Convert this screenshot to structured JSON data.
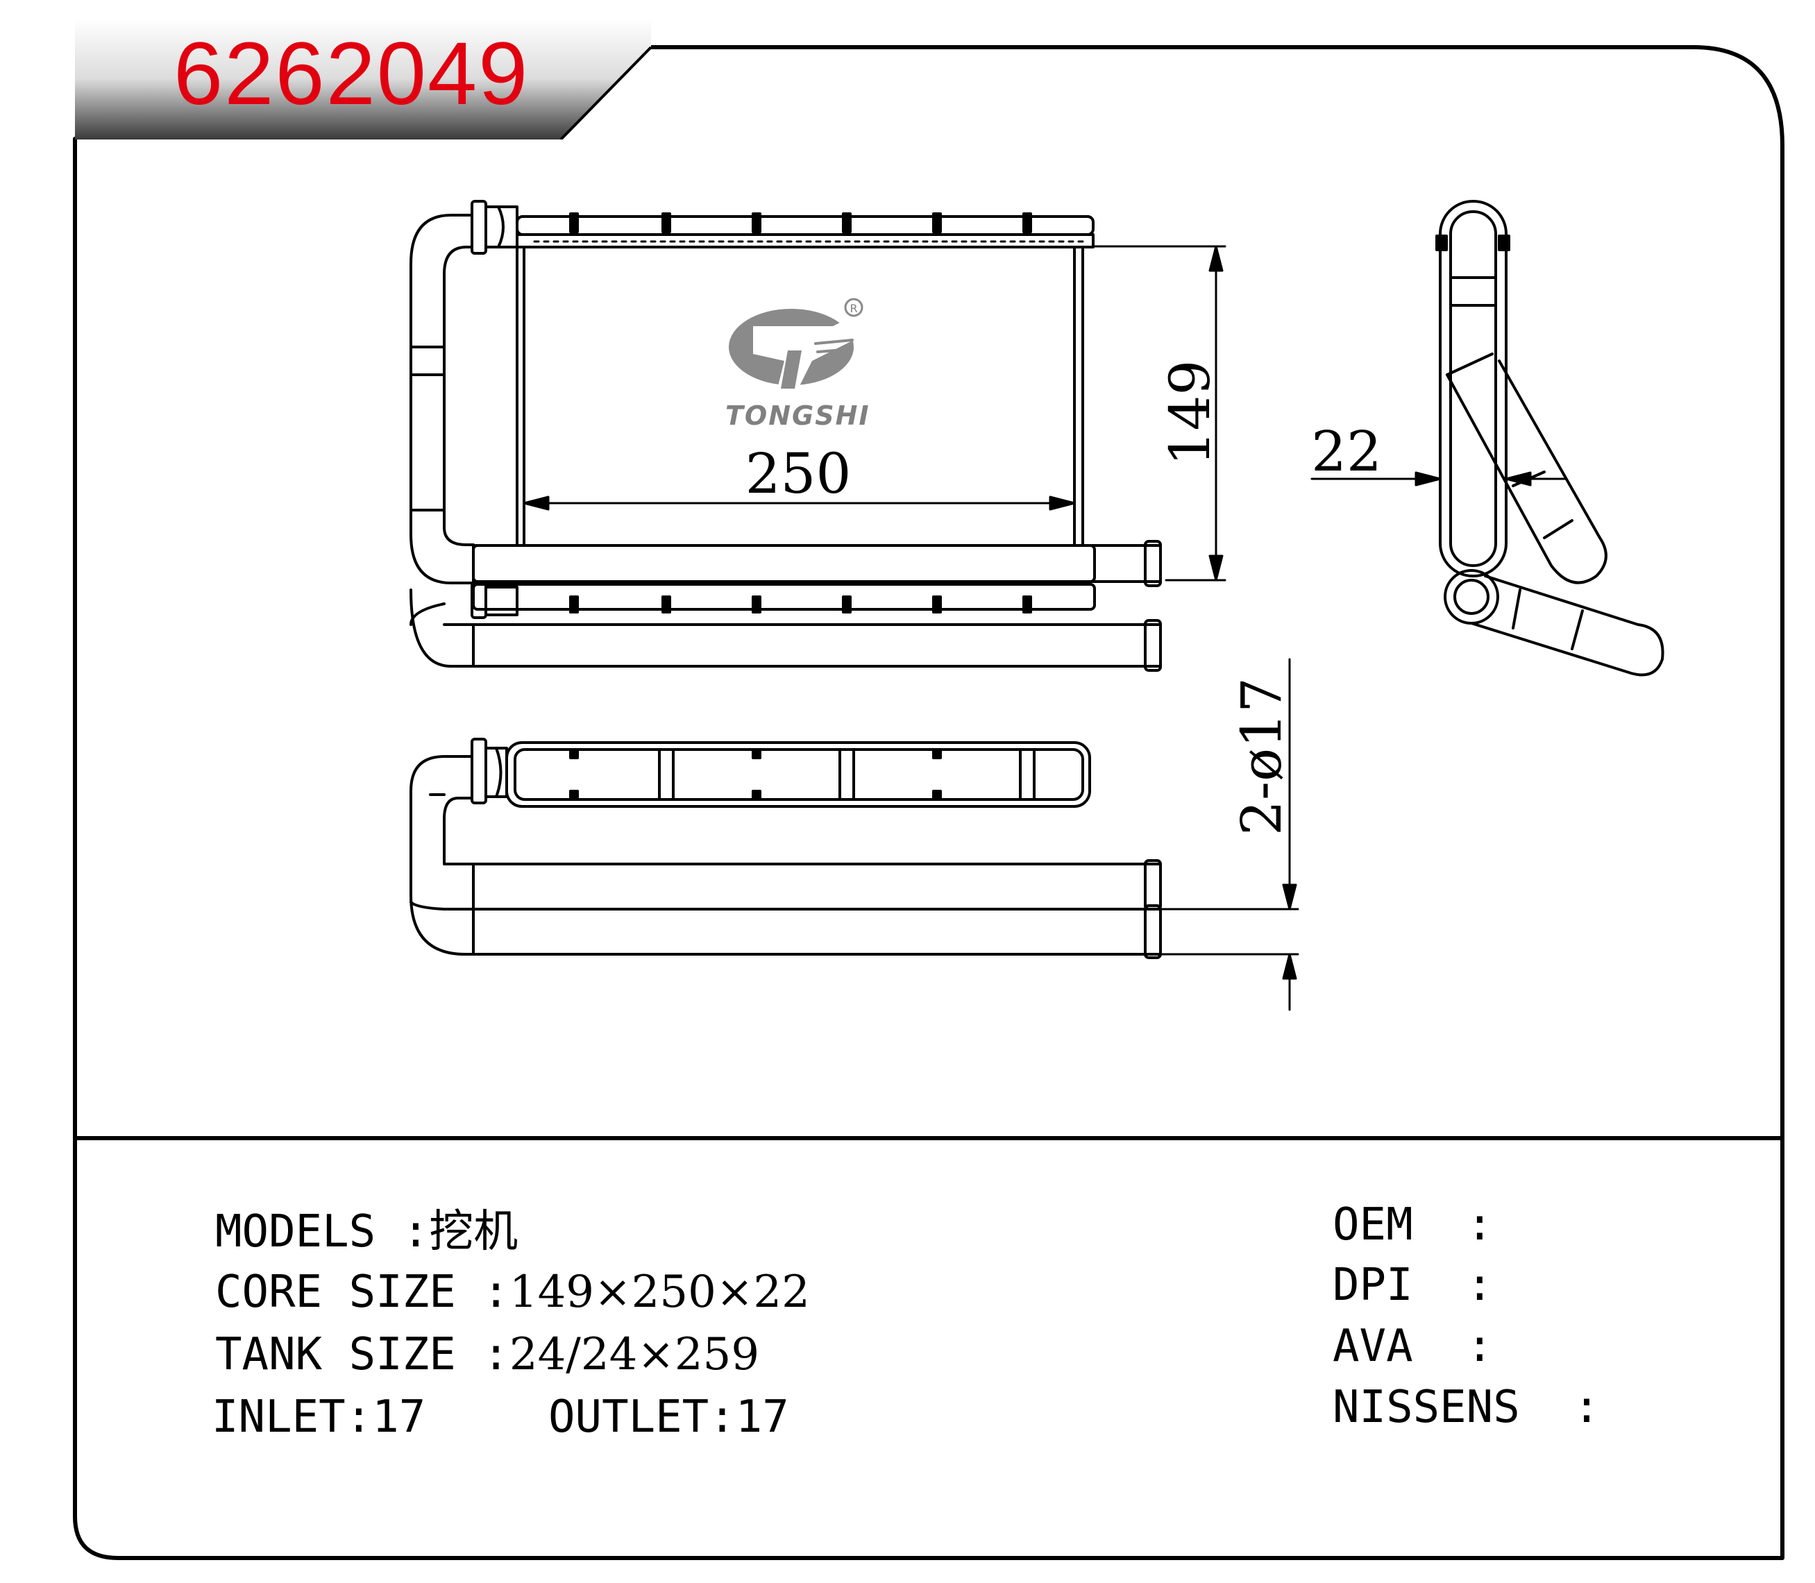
{
  "header": {
    "part_number": "6262049",
    "part_number_color": "#e1000f"
  },
  "logo": {
    "brand": "TONGSHI",
    "registered_mark": "R",
    "color": "#808080"
  },
  "dimensions": {
    "width_label": "250",
    "height_label": "149",
    "depth_label": "22",
    "pipe_label": "2-ø17"
  },
  "specs": {
    "models_label": "MODELS :",
    "models_value": "挖机",
    "core_label": "CORE SIZE :",
    "core_value": "149×250×22",
    "tank_label": "TANK SIZE :",
    "tank_value": "24/24×259",
    "inlet_label": "INLET:",
    "inlet_value": "17",
    "outlet_label": "OUTLET:",
    "outlet_value": "17"
  },
  "references": {
    "oem_label": "OEM  :",
    "dpi_label": "DPI  :",
    "ava_label": "AVA  :",
    "nissens_label": "NISSENS  :"
  }
}
